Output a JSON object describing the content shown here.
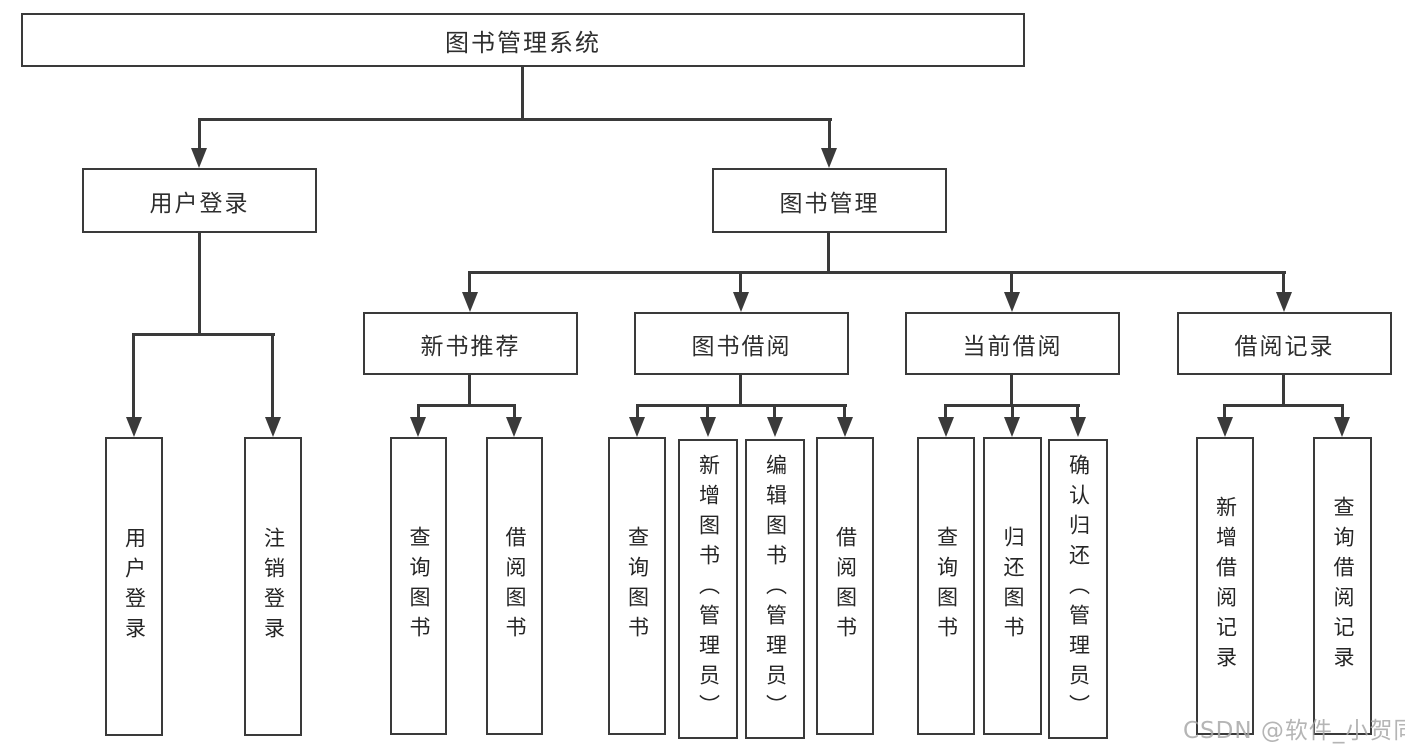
{
  "diagram": {
    "root": {
      "label": "图书管理系统"
    },
    "level2": [
      {
        "label": "用户登录"
      },
      {
        "label": "图书管理"
      }
    ],
    "level3": [
      {
        "label": "新书推荐"
      },
      {
        "label": "图书借阅"
      },
      {
        "label": "当前借阅"
      },
      {
        "label": "借阅记录"
      }
    ],
    "leaves": {
      "user": [
        "用户登录",
        "注销登录"
      ],
      "recommend": [
        "查询图书",
        "借阅图书"
      ],
      "borrow": [
        "查询图书",
        "新增图书（管理员）",
        "编辑图书（管理员）",
        "借阅图书"
      ],
      "current": [
        "查询图书",
        "归还图书",
        "确认归还（管理员）"
      ],
      "records": [
        "新增借阅记录",
        "查询借阅记录"
      ]
    }
  },
  "watermark": "CSDN @软件_小贺同学",
  "colors": {
    "line": "#3a3a3a",
    "box_border": "#3a3a3a",
    "text": "#2e2e2e",
    "watermark": "#a8a8a8",
    "background": "#ffffff"
  }
}
